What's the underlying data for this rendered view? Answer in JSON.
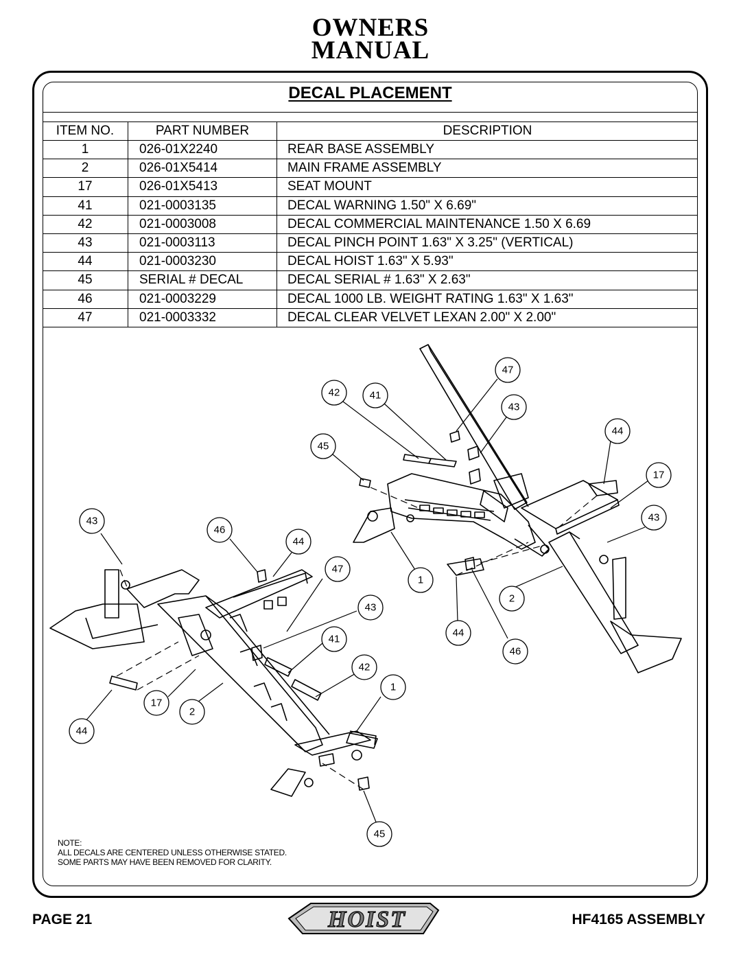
{
  "header": {
    "line1": "OWNERS",
    "line2": "MANUAL"
  },
  "title": "DECAL PLACEMENT",
  "table": {
    "columns": [
      "ITEM NO.",
      "PART NUMBER",
      "DESCRIPTION"
    ],
    "rows": [
      [
        "1",
        "026-01X2240",
        "REAR BASE ASSEMBLY"
      ],
      [
        "2",
        "026-01X5414",
        "MAIN FRAME ASSEMBLY"
      ],
      [
        "17",
        "026-01X5413",
        "SEAT MOUNT"
      ],
      [
        "41",
        "021-0003135",
        "DECAL WARNING 1.50\" X 6.69\""
      ],
      [
        "42",
        "021-0003008",
        "DECAL COMMERCIAL MAINTENANCE 1.50 X 6.69"
      ],
      [
        "43",
        "021-0003113",
        "DECAL PINCH POINT 1.63\" X 3.25\" (VERTICAL)"
      ],
      [
        "44",
        "021-0003230",
        "DECAL HOIST 1.63\" X 5.93\""
      ],
      [
        "45",
        "SERIAL # DECAL",
        "DECAL SERIAL # 1.63\" X 2.63\""
      ],
      [
        "46",
        "021-0003229",
        "DECAL 1000 LB. WEIGHT RATING 1.63\" X 1.63\""
      ],
      [
        "47",
        "021-0003332",
        "DECAL CLEAR VELVET LEXAN 2.00\" X 2.00\""
      ]
    ]
  },
  "callouts": [
    "47",
    "42",
    "41",
    "43",
    "44",
    "45",
    "17",
    "43",
    "43",
    "46",
    "44",
    "47",
    "1",
    "2",
    "43",
    "41",
    "44",
    "46",
    "42",
    "1",
    "17",
    "2",
    "44",
    "45"
  ],
  "note": {
    "label": "NOTE:",
    "line1": "ALL DECALS ARE CENTERED UNLESS OTHERWISE STATED.",
    "line2": "SOME PARTS MAY HAVE BEEN REMOVED FOR CLARITY."
  },
  "footer": {
    "page": "PAGE 21",
    "model": "HF4165 ASSEMBLY",
    "logo": "HOIST"
  }
}
